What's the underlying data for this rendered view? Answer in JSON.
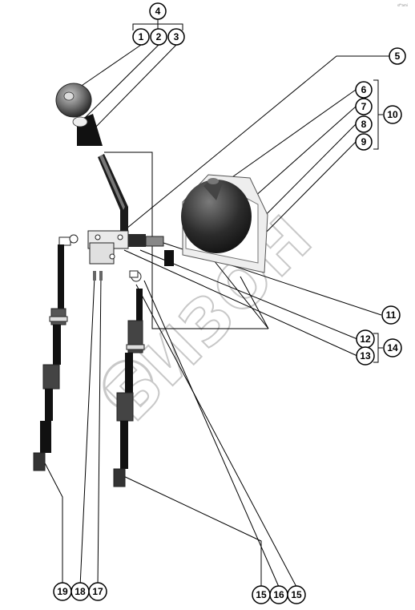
{
  "watermark": {
    "text": "БИЗОН",
    "color": "#c8c8c8"
  },
  "corner_mark": "sf*ami",
  "parts": {
    "p1": "1",
    "p2": "2",
    "p3": "3",
    "p4": "4",
    "p5": "5",
    "p6": "6",
    "p7": "7",
    "p8": "8",
    "p9": "9",
    "p10": "10",
    "p11": "11",
    "p12": "12",
    "p13": "13",
    "p14": "14",
    "p15a": "15",
    "p16": "16",
    "p15b": "15",
    "p17": "17",
    "p18": "18",
    "p19": "19"
  }
}
